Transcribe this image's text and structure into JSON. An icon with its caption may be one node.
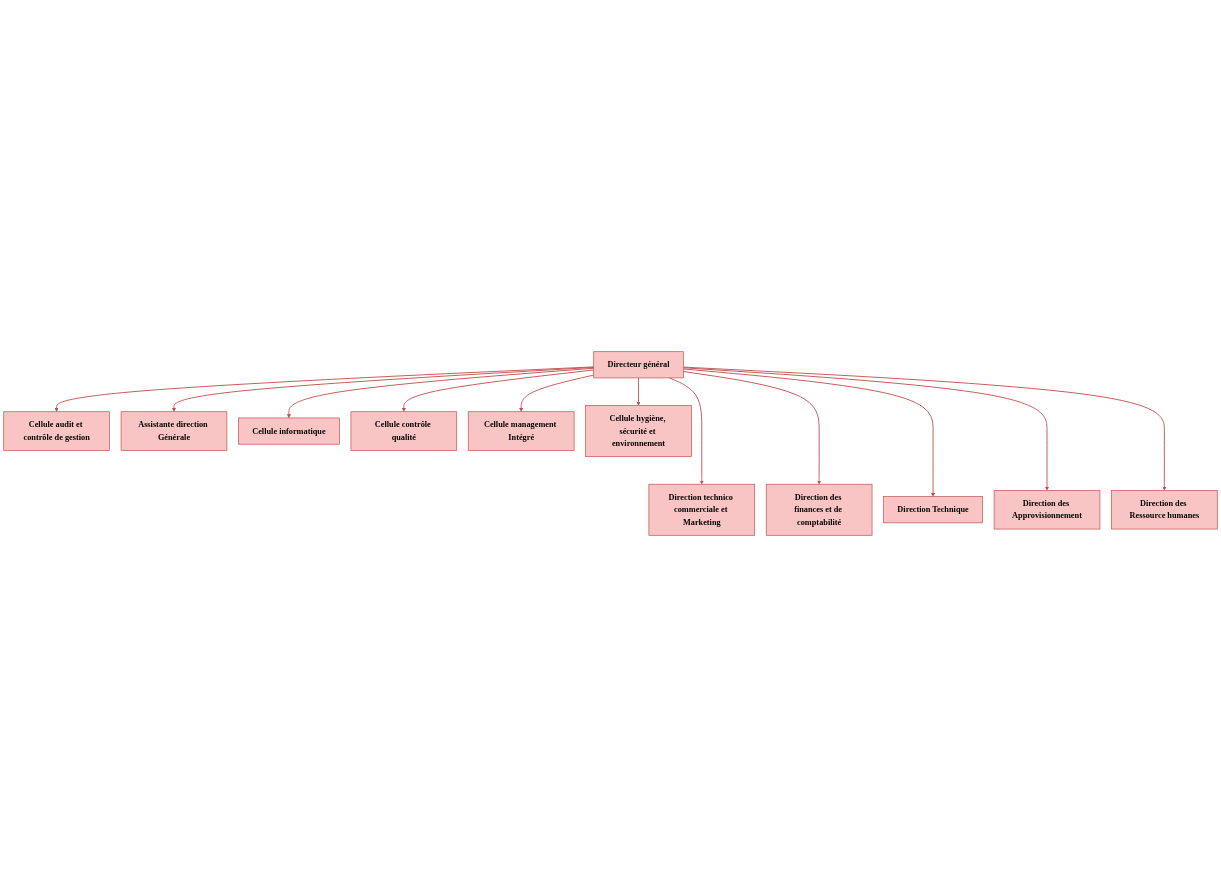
{
  "diagram": {
    "nodes": [
      {
        "text": [
          "Directeur général"
        ]
      },
      {
        "text": [
          "Cellule audit et contrôle de gestion"
        ]
      },
      {
        "text": [
          "Assistante direction Générale"
        ]
      },
      {
        "text": [
          "Cellule informatique"
        ]
      },
      {
        "text": [
          "Cellule contrôle qualité"
        ]
      },
      {
        "text": [
          "Cellule management Intégré"
        ]
      },
      {
        "text": [
          "Cellule hygiène, sécurité et environnement"
        ]
      },
      {
        "text": [
          "Direction technico commerciale et Marketing"
        ]
      },
      {
        "text": [
          "Direction des finances et de comptabilité"
        ]
      },
      {
        "text": [
          "Direction Technique"
        ]
      },
      {
        "text": [
          "Direction des Approvisionnement"
        ]
      },
      {
        "text": [
          "Direction des Ressource humanes"
        ]
      }
    ],
    "edges": [
      {
        "from": 0,
        "to": 1,
        "arrow": "to"
      },
      {
        "from": 0,
        "to": 2,
        "arrow": "to"
      },
      {
        "from": 0,
        "to": 3,
        "arrow": "to"
      },
      {
        "from": 0,
        "to": 4,
        "arrow": "to"
      },
      {
        "from": 0,
        "to": 5,
        "arrow": "to"
      },
      {
        "from": 0,
        "to": 6,
        "arrow": "to"
      },
      {
        "from": 0,
        "to": 7,
        "arrow": "to"
      },
      {
        "from": 0,
        "to": 8,
        "arrow": "to"
      },
      {
        "from": 0,
        "to": 9,
        "arrow": "to"
      },
      {
        "from": 0,
        "to": 10,
        "arrow": "to"
      },
      {
        "from": 0,
        "to": 11,
        "arrow": "to"
      }
    ]
  }
}
